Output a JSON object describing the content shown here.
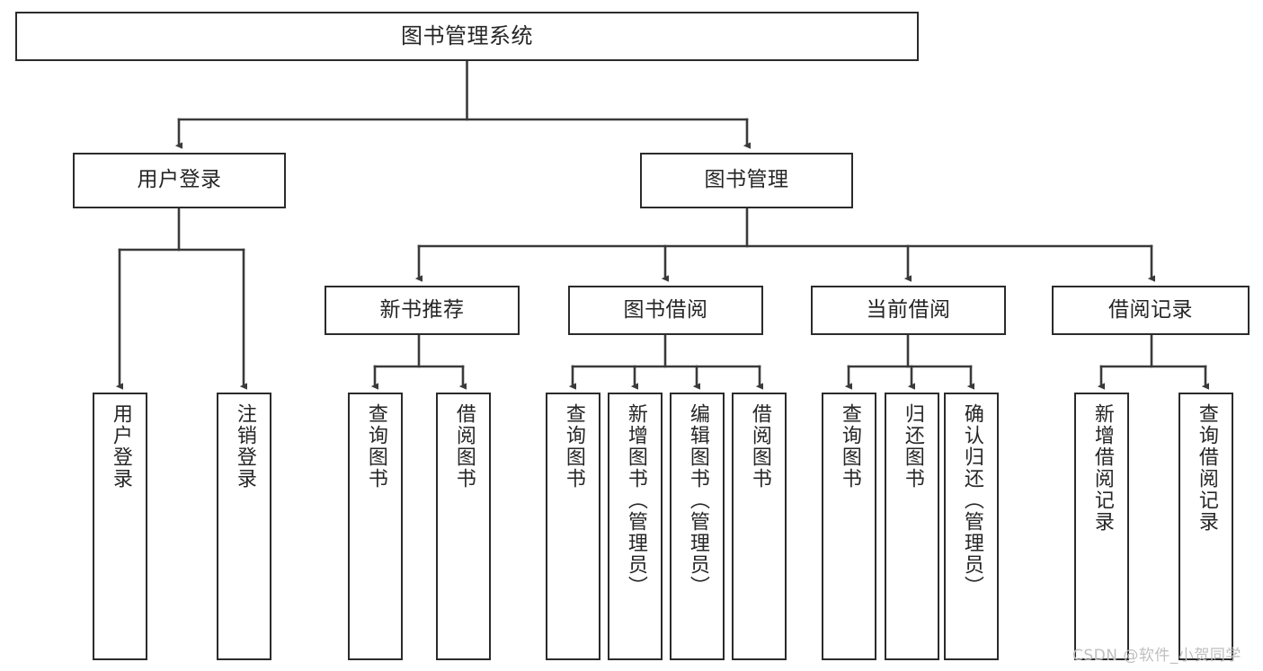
{
  "diagram": {
    "title": "图书管理系统",
    "type": "功能结构图",
    "watermark": "CSDN @软件_小贺同学",
    "colors": {
      "box_border": "#2b2b2b",
      "box_fill": "#ffffff",
      "connector": "#3a3a3a",
      "text": "#262626",
      "watermark": "#bfbfbf",
      "background": "#ffffff"
    },
    "nodes": {
      "root": {
        "label": "图书管理系统"
      },
      "level1": [
        {
          "id": "user-login",
          "label": "用户登录"
        },
        {
          "id": "book-manage",
          "label": "图书管理"
        }
      ],
      "level2": [
        {
          "id": "new-book-recommend",
          "label": "新书推荐",
          "parent": "book-manage"
        },
        {
          "id": "book-borrow",
          "label": "图书借阅",
          "parent": "book-manage"
        },
        {
          "id": "current-borrow",
          "label": "当前借阅",
          "parent": "book-manage"
        },
        {
          "id": "borrow-record",
          "label": "借阅记录",
          "parent": "book-manage"
        }
      ],
      "leaves": [
        {
          "id": "leaf-user-login",
          "label": "用户登录",
          "parent": "user-login"
        },
        {
          "id": "leaf-user-logout",
          "label": "注销登录",
          "parent": "user-login"
        },
        {
          "id": "leaf-query-book-1",
          "label": "查询图书",
          "parent": "new-book-recommend"
        },
        {
          "id": "leaf-borrow-book-1",
          "label": "借阅图书",
          "parent": "new-book-recommend"
        },
        {
          "id": "leaf-query-book-2",
          "label": "查询图书",
          "parent": "book-borrow"
        },
        {
          "id": "leaf-add-book",
          "label": "新增图书（管理员）",
          "parent": "book-borrow"
        },
        {
          "id": "leaf-edit-book",
          "label": "编辑图书（管理员）",
          "parent": "book-borrow"
        },
        {
          "id": "leaf-borrow-book-2",
          "label": "借阅图书",
          "parent": "book-borrow"
        },
        {
          "id": "leaf-query-book-3",
          "label": "查询图书",
          "parent": "current-borrow"
        },
        {
          "id": "leaf-return-book",
          "label": "归还图书",
          "parent": "current-borrow"
        },
        {
          "id": "leaf-confirm-return",
          "label": "确认归还（管理员）",
          "parent": "current-borrow"
        },
        {
          "id": "leaf-add-record",
          "label": "新增借阅记录",
          "parent": "borrow-record"
        },
        {
          "id": "leaf-query-record",
          "label": "查询借阅记录",
          "parent": "borrow-record"
        }
      ]
    }
  }
}
